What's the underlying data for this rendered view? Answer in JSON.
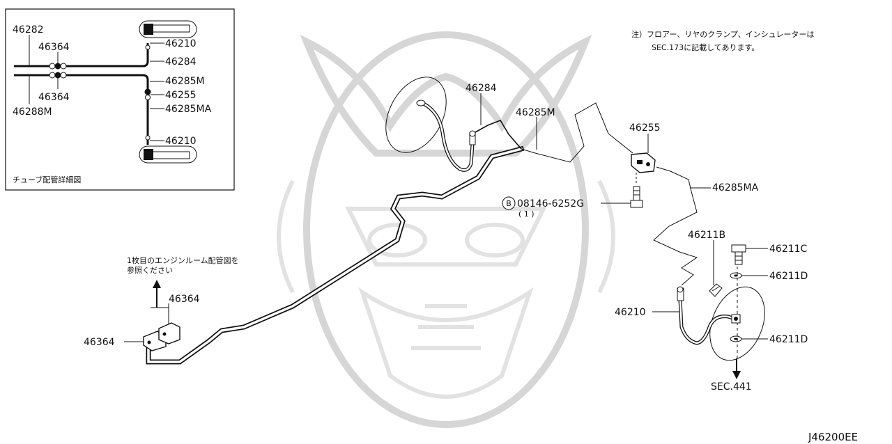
{
  "diagram": {
    "inset": {
      "labels": {
        "p46282": "46282",
        "p46364_top": "46364",
        "p46364_bot": "46364",
        "p46288M": "46288M",
        "p46210_top": "46210",
        "p46284": "46284",
        "p46285M": "46285M",
        "p46255": "46255",
        "p46285MA": "46285MA",
        "p46210_bot": "46210"
      },
      "caption": "チューブ配管詳細図"
    },
    "note": {
      "line1": "注）フロアー、リヤのクランプ、インシュレーターは",
      "line2": "SEC.173に記載してあります。"
    },
    "labels": {
      "p46284": "46284",
      "p46285M": "46285M",
      "p46255": "46255",
      "p46285MA": "46285MA",
      "bolt_code": "08146-6252G",
      "bolt_qty": "( 1 )",
      "bolt_symbol": "B",
      "p46211B": "46211B",
      "p46211C": "46211C",
      "p46211D_top": "46211D",
      "p46211D_bot": "46211D",
      "p46210": "46210",
      "p46364_right": "46364",
      "p46364_left": "46364",
      "sec441": "SEC.441",
      "engine_ref_line1": "1枚目のエンジンルーム配管図を",
      "engine_ref_line2": "参照ください"
    },
    "diagram_code": "J46200EE"
  }
}
